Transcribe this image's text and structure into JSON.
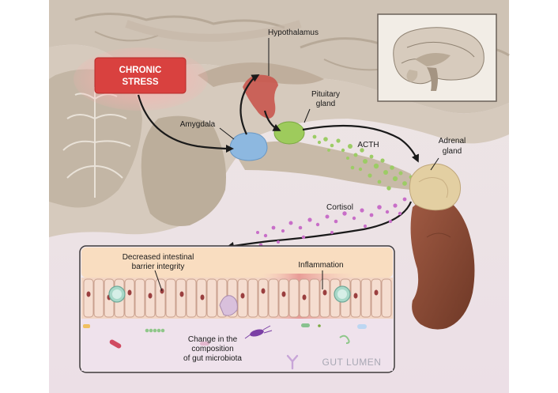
{
  "labels": {
    "chronic_stress": [
      "CHRONIC",
      "STRESS"
    ],
    "hypothalamus": "Hypothalamus",
    "pituitary": [
      "Pituitary",
      "gland"
    ],
    "amygdala": "Amygdala",
    "acth": "ACTH",
    "adrenal": [
      "Adrenal",
      "gland"
    ],
    "cortisol": "Cortisol",
    "barrier": [
      "Decreased intestinal",
      "barrier integrity"
    ],
    "inflammation": "Inflammation",
    "microbiota": [
      "Change in the",
      "composition",
      "of gut microbiota"
    ],
    "gut_lumen": "GUT LUMEN"
  },
  "colors": {
    "stress_box": "#d9413f",
    "hypothalamus": "#c9574e",
    "pituitary": "#9ecb5c",
    "amygdala": "#8db8e0",
    "acth_dots": "#9ccc65",
    "cortisol_dots": "#c86ec8",
    "adrenal_medulla": "#e3cfa2",
    "kidney": "#8a4a36",
    "brain_tissue": "#cbbfb2",
    "background": "#ece3e6"
  },
  "icons": [
    "brain-inset-icon",
    "bacteria-icon",
    "antibody-icon"
  ]
}
